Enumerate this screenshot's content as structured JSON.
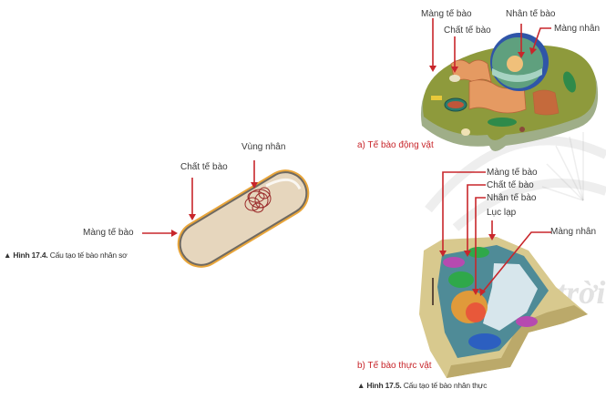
{
  "prokaryote": {
    "labels": {
      "nucleoid": "Vùng nhân",
      "cytoplasm": "Chất tế bào",
      "membrane": "Màng tế bào"
    },
    "caption": {
      "figure": "Hình 17.4.",
      "text": "Cấu tạo tế bào nhân sơ"
    }
  },
  "animal_cell": {
    "labels": {
      "membrane": "Màng tế bào",
      "cytoplasm": "Chất tế bào",
      "nucleus": "Nhân tế bào",
      "nuclear_membrane": "Màng nhân"
    },
    "subtitle": "a) Tế bào động vật"
  },
  "plant_cell": {
    "labels": {
      "membrane": "Màng tế bào",
      "cytoplasm": "Chất tế bào",
      "nucleus": "Nhân tế bào",
      "chloroplast": "Lục lạp",
      "nuclear_membrane": "Màng nhân"
    },
    "subtitle": "b) Tế bào thực vật",
    "caption": {
      "figure": "Hình 17.5.",
      "text": "Cấu tạo tế bào nhân thực"
    }
  },
  "watermark": "Chân trời sáng tạo",
  "colors": {
    "arrow": "#c8262b",
    "subtitle": "#c8262b",
    "bacteria_fill": "#e8d8c0",
    "bacteria_border": "#e8a53a",
    "animal_cytoplasm": "#8f9a3a",
    "plant_wall": "#d9c98e",
    "plant_cytoplasm": "#4d8a96"
  }
}
